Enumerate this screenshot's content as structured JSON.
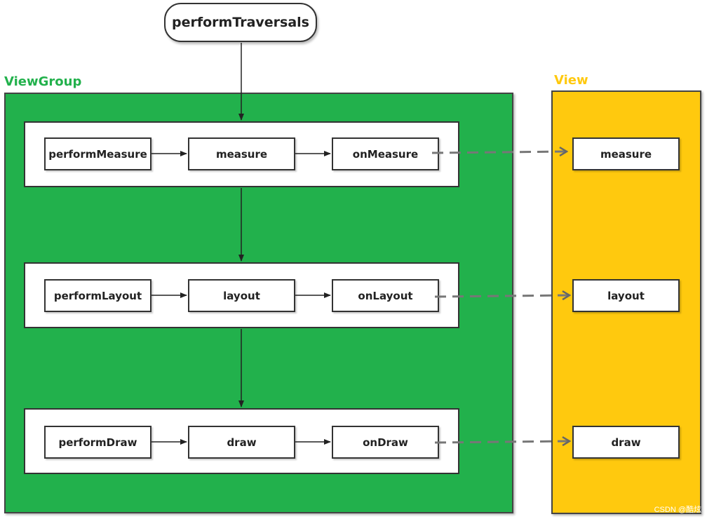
{
  "start": {
    "label": "performTraversals"
  },
  "regions": {
    "viewgroup": {
      "label": "ViewGroup",
      "color": "#22b14c"
    },
    "view": {
      "label": "View",
      "color": "#ffc90e"
    }
  },
  "rows": [
    {
      "perform": "performMeasure",
      "step": "measure",
      "hook": "onMeasure",
      "view_step": "measure"
    },
    {
      "perform": "performLayout",
      "step": "layout",
      "hook": "onLayout",
      "view_step": "layout"
    },
    {
      "perform": "performDraw",
      "step": "draw",
      "hook": "onDraw",
      "view_step": "draw"
    }
  ],
  "watermark": "CSDN @酷炫"
}
